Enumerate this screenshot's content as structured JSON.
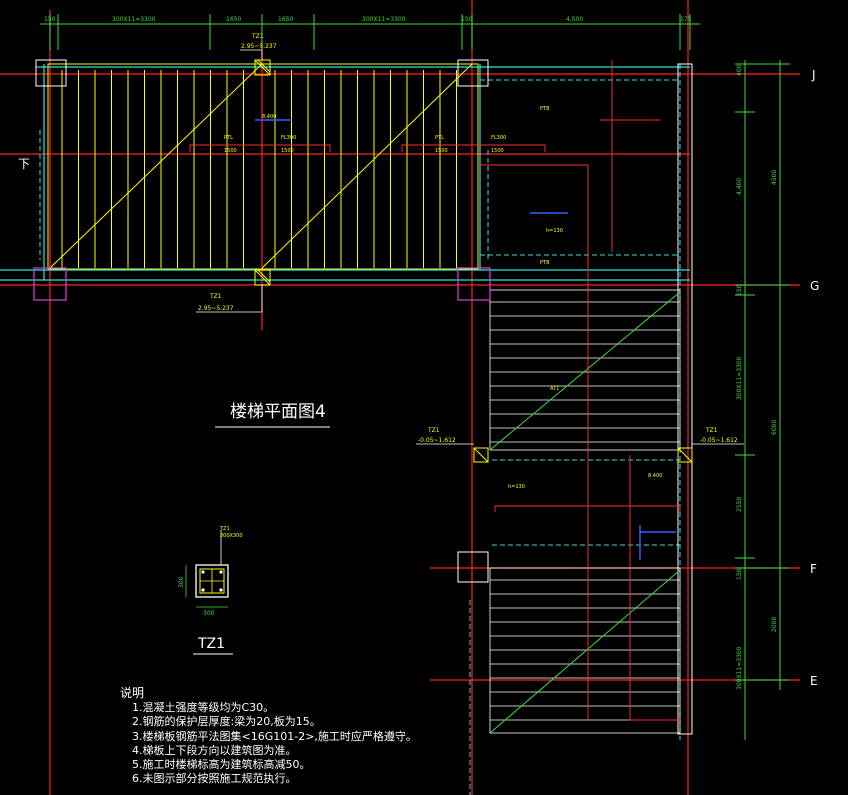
{
  "title": "楼梯平面图4",
  "column_detail": {
    "name": "TZ1",
    "tag_line1": "TZ1",
    "tag_line2": "300X300",
    "dim_h": "300",
    "dim_w": "300"
  },
  "axes": [
    "J",
    "G",
    "F",
    "E"
  ],
  "axis_left": "下",
  "top_dims": [
    "150",
    "300X11=3300",
    "1650",
    "1650",
    "300X11=3300",
    "150",
    "4,500",
    "175"
  ],
  "right_dims": [
    "400",
    "4,400",
    "4500",
    "150",
    "300X11=3300",
    "2550",
    "6000",
    "150",
    "2000",
    "300X11=3300"
  ],
  "tz_labels": [
    {
      "name": "TZ1",
      "elev": "2.95~5.237"
    },
    {
      "name": "TZ1",
      "elev": "2.95~5.237"
    },
    {
      "name": "TZ1",
      "elev": "-0.05~1.612"
    },
    {
      "name": "TZ1",
      "elev": "-0.05~1.612"
    }
  ],
  "notes_title": "说明",
  "notes": [
    "1.混凝土强度等级均为C30。",
    "2.钢筋的保护层厚度:梁为20,板为15。",
    "3.楼梯板钢筋平法图集<16G101-2>,施工时应严格遵守。",
    "4.梯板上下段方向以建筑图为准。",
    "5.施工时楼梯标高为建筑标高减50。",
    "6.未图示部分按照施工规范执行。"
  ],
  "colors": {
    "background": "#000000",
    "axis_red": "#ff2020",
    "dim_green": "#3fd93f",
    "cyan": "#2fe0e0",
    "white": "#ffffff",
    "yellow": "#ffff00",
    "magenta": "#e040e0",
    "blue": "#3060ff"
  },
  "small_labels": [
    "PTL",
    "PTB",
    "AT1",
    "FL300",
    "1500",
    "h=130",
    "8.400"
  ]
}
